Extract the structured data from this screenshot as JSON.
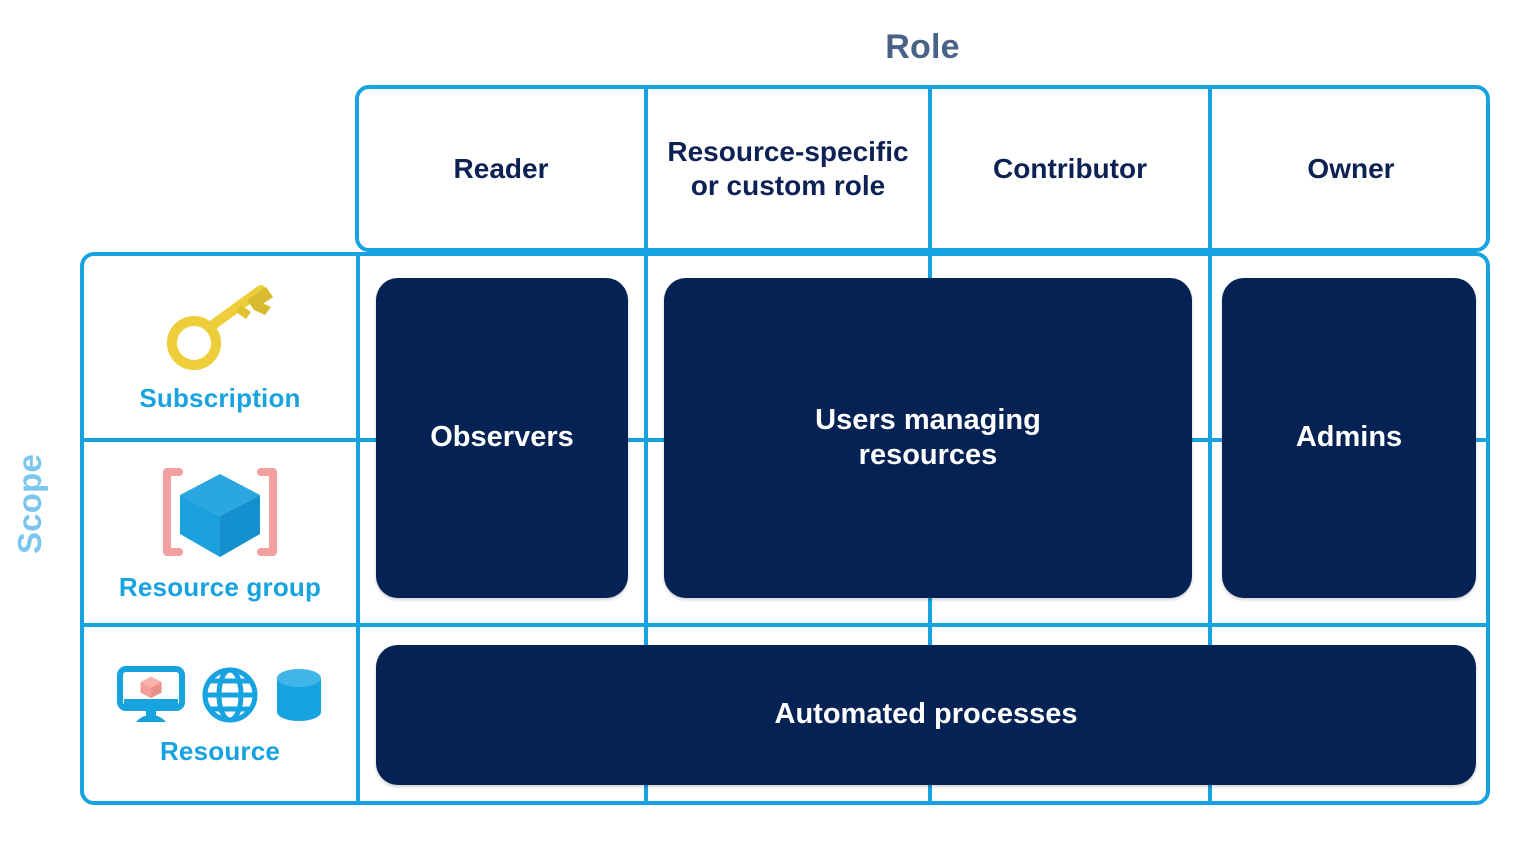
{
  "diagram": {
    "axis_titles": {
      "columns": "Role",
      "rows": "Scope"
    },
    "colors": {
      "grid_blue": "#17a2e0",
      "card_navy": "#052254",
      "header_text": "#0d2154",
      "role_title": "#4a6288",
      "scope_title": "#7cc6ee",
      "scope_label": "#17a2e0",
      "key_yellow": "#edcd3a",
      "bracket_pink": "#f5a0a0",
      "card_text": "#ffffff"
    },
    "columns": [
      {
        "id": "reader",
        "label": "Reader"
      },
      {
        "id": "resource-specific",
        "label": "Resource-specific\nor custom role",
        "line1": "Resource-specific",
        "line2": "or custom role"
      },
      {
        "id": "contributor",
        "label": "Contributor"
      },
      {
        "id": "owner",
        "label": "Owner"
      }
    ],
    "rows": [
      {
        "id": "subscription",
        "label": "Subscription",
        "icon": "key-icon"
      },
      {
        "id": "resource-group",
        "label": "Resource group",
        "icon": "cube-in-brackets-icon"
      },
      {
        "id": "resource",
        "label": "Resource",
        "icons": [
          "monitor-icon",
          "globe-icon",
          "database-icon"
        ]
      }
    ],
    "cards": [
      {
        "id": "observers",
        "label": "Observers",
        "columns": [
          "reader"
        ],
        "rows": [
          "subscription",
          "resource-group"
        ]
      },
      {
        "id": "users-managing-resources",
        "label": "Users managing\nresources",
        "line1": "Users managing",
        "line2": "resources",
        "columns": [
          "resource-specific",
          "contributor"
        ],
        "rows": [
          "subscription",
          "resource-group"
        ]
      },
      {
        "id": "admins",
        "label": "Admins",
        "columns": [
          "owner"
        ],
        "rows": [
          "subscription",
          "resource-group"
        ]
      },
      {
        "id": "automated-processes",
        "label": "Automated processes",
        "columns": [
          "reader",
          "resource-specific",
          "contributor",
          "owner"
        ],
        "rows": [
          "resource"
        ]
      }
    ]
  }
}
